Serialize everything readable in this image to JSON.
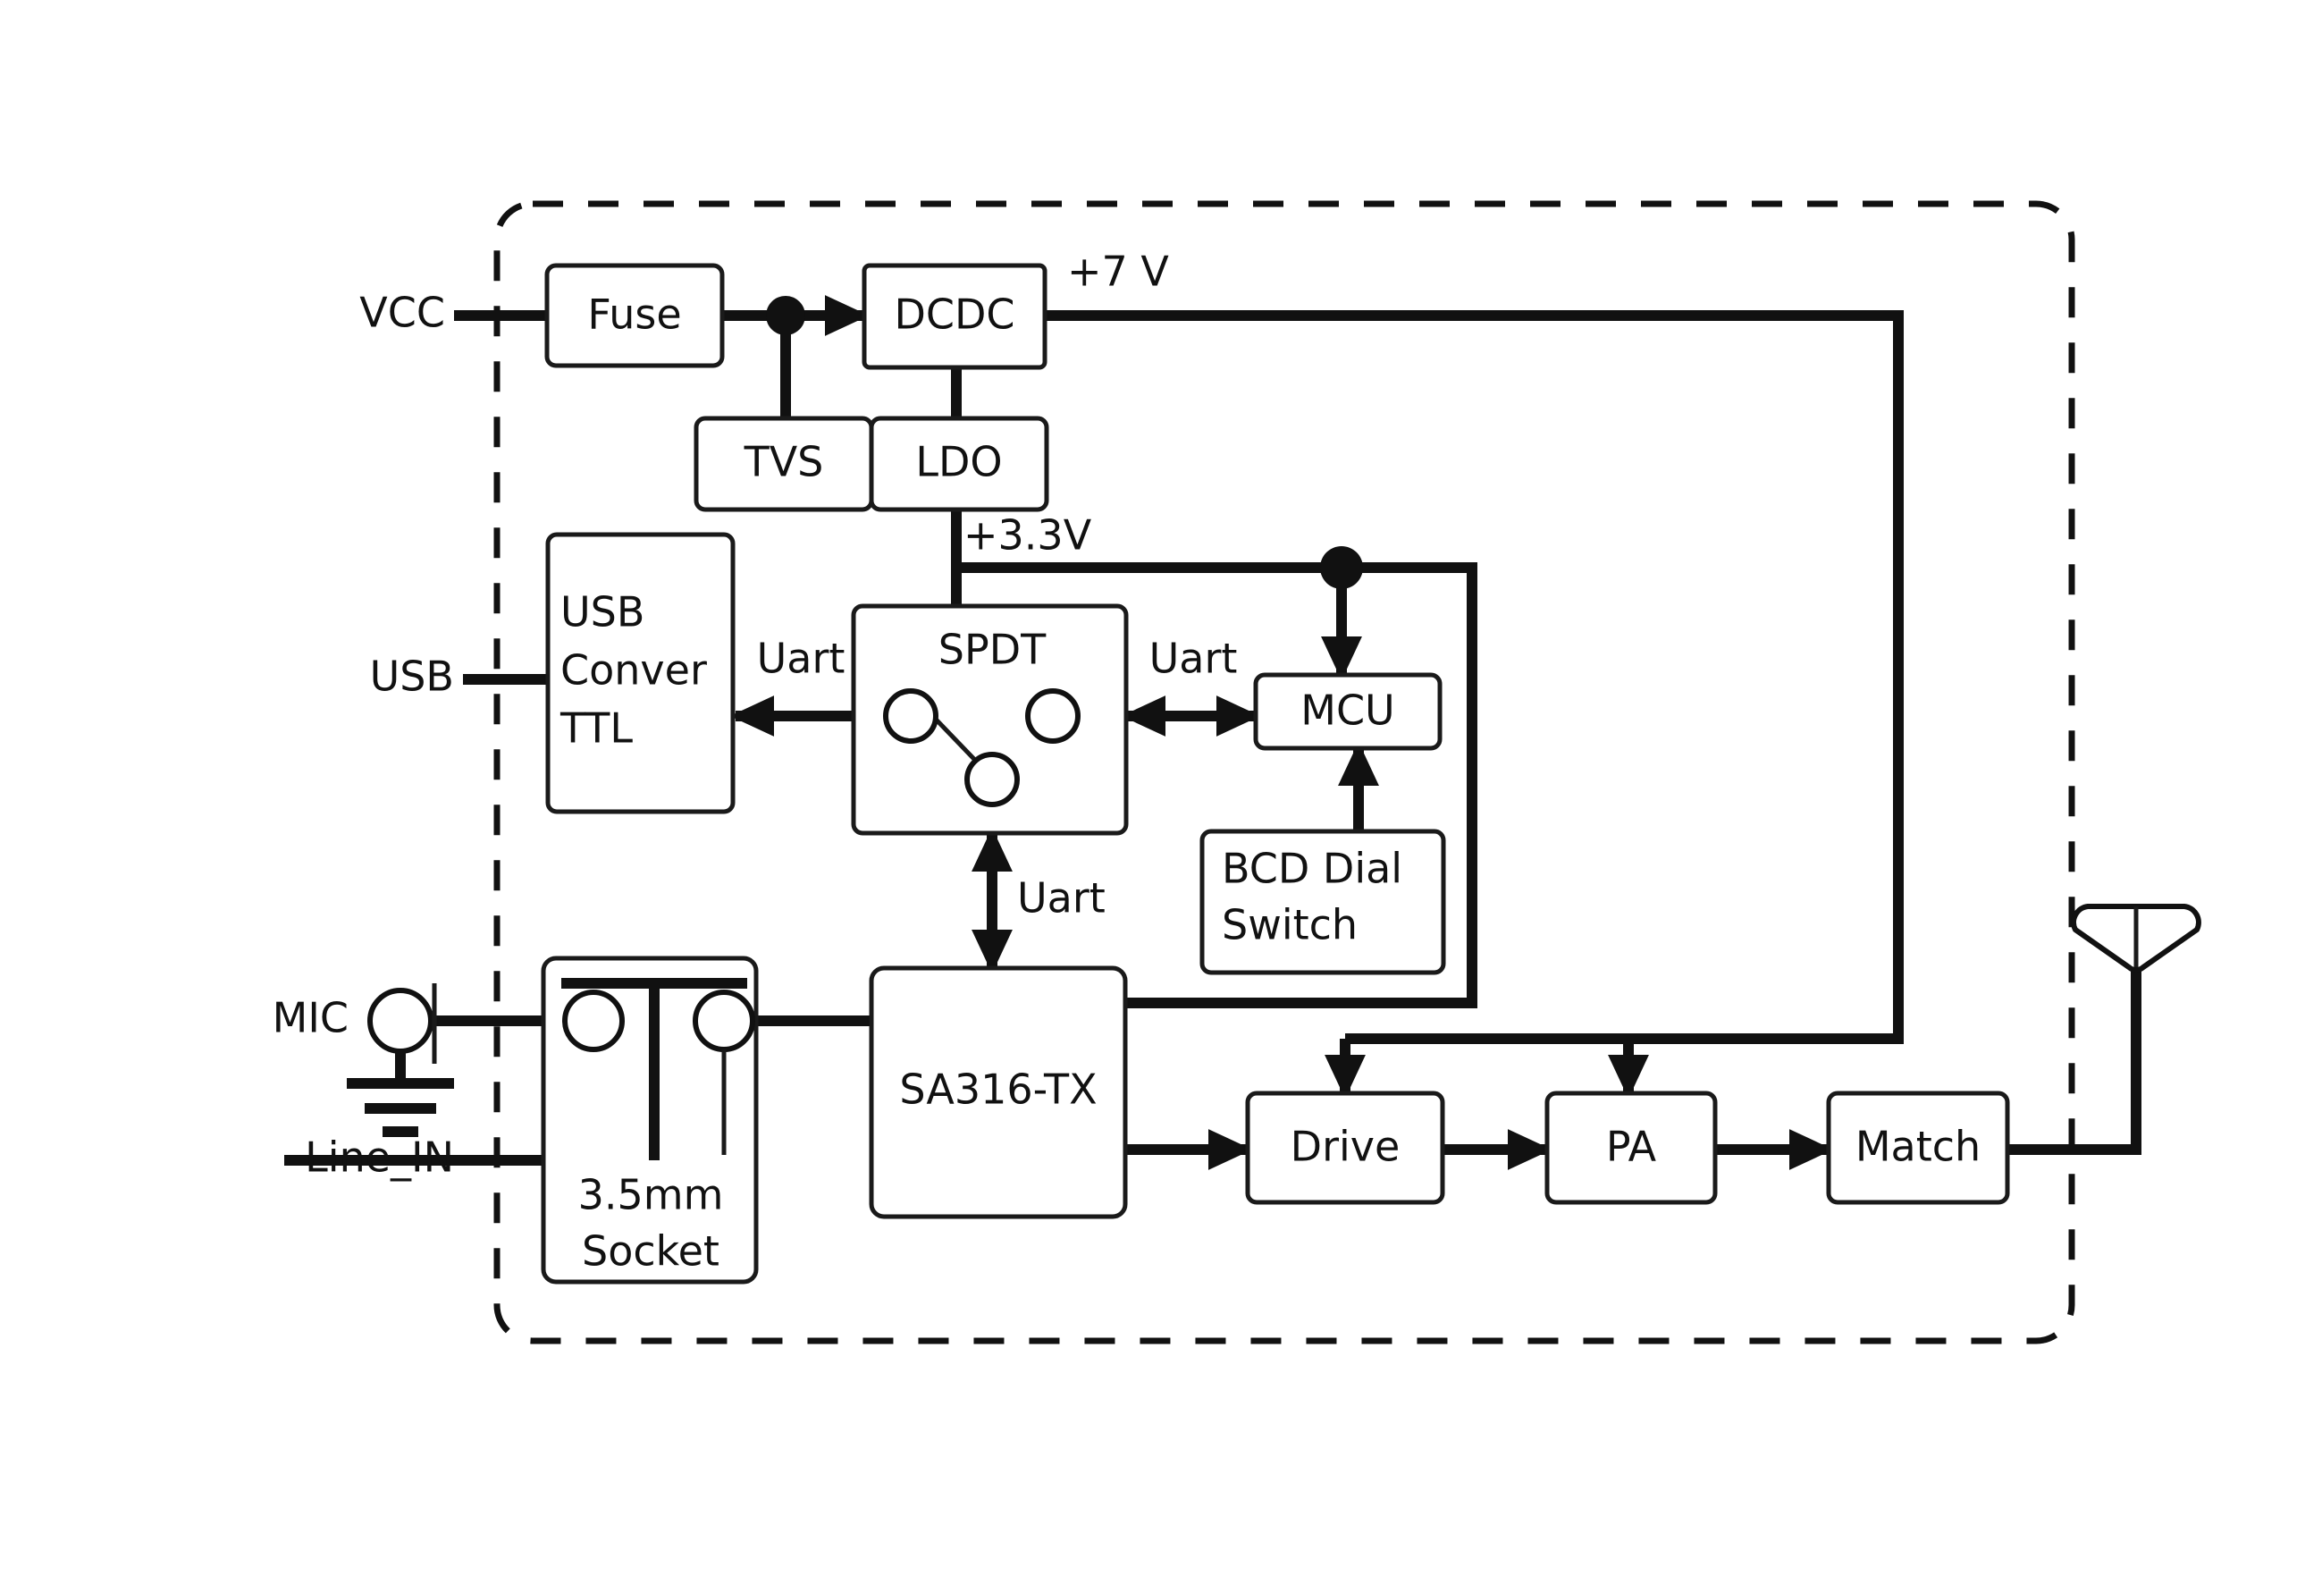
{
  "diagram": {
    "title": "RF transmitter module block diagram",
    "enclosure": {
      "style": "dashed",
      "label": ""
    },
    "blocks": [
      {
        "id": "fuse",
        "label": "Fuse"
      },
      {
        "id": "dcdc",
        "label": "DCDC"
      },
      {
        "id": "tvs",
        "label": "TVS"
      },
      {
        "id": "ldo",
        "label": "LDO"
      },
      {
        "id": "usb_conv",
        "label": "USB\nConver\nTTL",
        "lines": [
          "USB",
          "Conver",
          "TTL"
        ]
      },
      {
        "id": "spdt",
        "label": "SPDT"
      },
      {
        "id": "mcu",
        "label": "MCU"
      },
      {
        "id": "bcd",
        "label": "BCD Dial\nSwitch",
        "lines": [
          "BCD Dial",
          "Switch"
        ]
      },
      {
        "id": "socket",
        "label": "3.5mm\nSocket",
        "lines": [
          "3.5mm",
          "Socket"
        ]
      },
      {
        "id": "sa316",
        "label": "SA316-TX"
      },
      {
        "id": "drive",
        "label": "Drive"
      },
      {
        "id": "pa",
        "label": "PA"
      },
      {
        "id": "match",
        "label": "Match"
      }
    ],
    "ports": [
      {
        "id": "vcc",
        "label": "VCC"
      },
      {
        "id": "usb",
        "label": "USB"
      },
      {
        "id": "mic",
        "label": "MIC"
      },
      {
        "id": "line_in",
        "label": "Line_IN"
      }
    ],
    "nets": [
      {
        "id": "v7",
        "label": "+7 V"
      },
      {
        "id": "v33",
        "label": "+3.3V"
      },
      {
        "id": "uart_usb",
        "label": "Uart"
      },
      {
        "id": "uart_mcu",
        "label": "Uart"
      },
      {
        "id": "uart_tx",
        "label": "Uart"
      }
    ],
    "colors": {
      "line": "#111111",
      "fill": "#ffffff",
      "text": "#111111"
    }
  }
}
